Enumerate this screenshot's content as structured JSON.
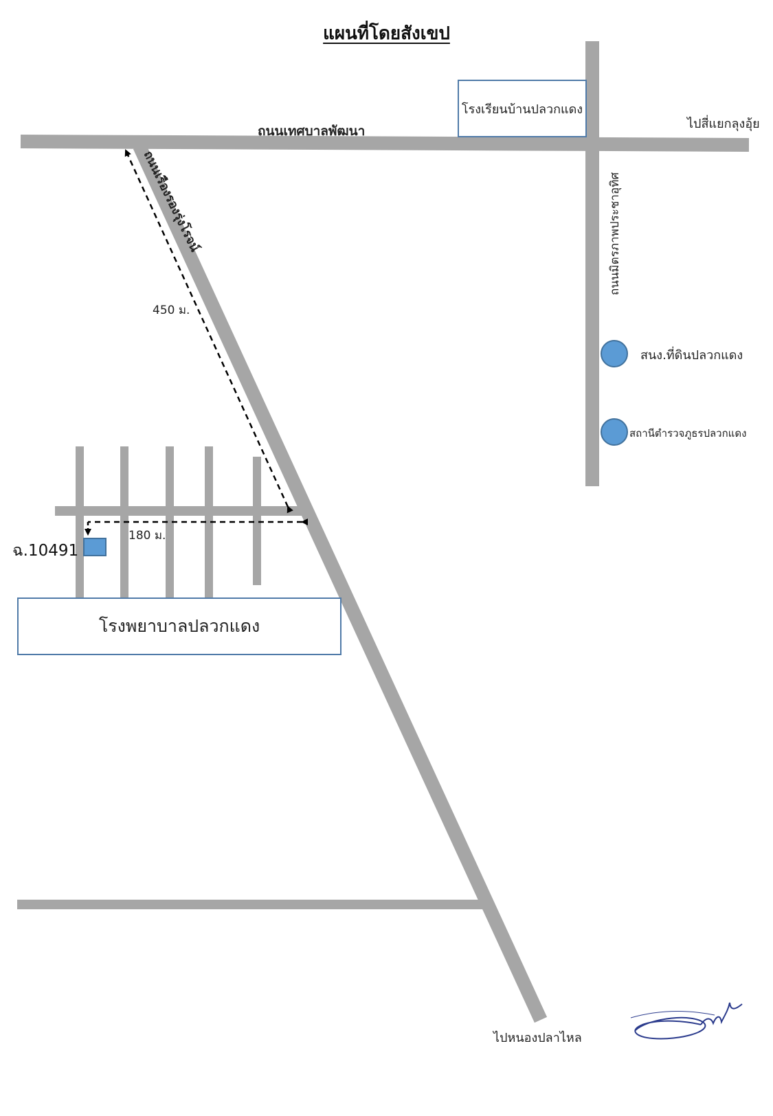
{
  "title": "แผนที่โดยสังเขป",
  "roads": {
    "main": "ถนนเทศบาลพัฒนา",
    "diagonal": "ถนนเรืองรองรุ่งโรจน์",
    "vertical": "ถนนมิตรภาพประชาอุทิศ"
  },
  "places": {
    "school": "โรงเรียนบ้านปลวกแดง",
    "hospital": "โรงพยาบาลปลวกแดง",
    "land_office": "สนง.ที่ดินปลวกแดง",
    "police": "สถานีตำรวจภูธรปลวกแดง"
  },
  "directions": {
    "east": "ไปสี่แยกลุงอุ้ย",
    "south": "ไปหนองปลาไหล"
  },
  "distances": {
    "diagonal": "450 ม.",
    "side": "180 ม."
  },
  "parcel": "ฉ.10491",
  "signature": "signature",
  "colors": {
    "road": "#a6a6a6",
    "marker": "#5b9bd5",
    "box_border": "#4f7aa8"
  }
}
